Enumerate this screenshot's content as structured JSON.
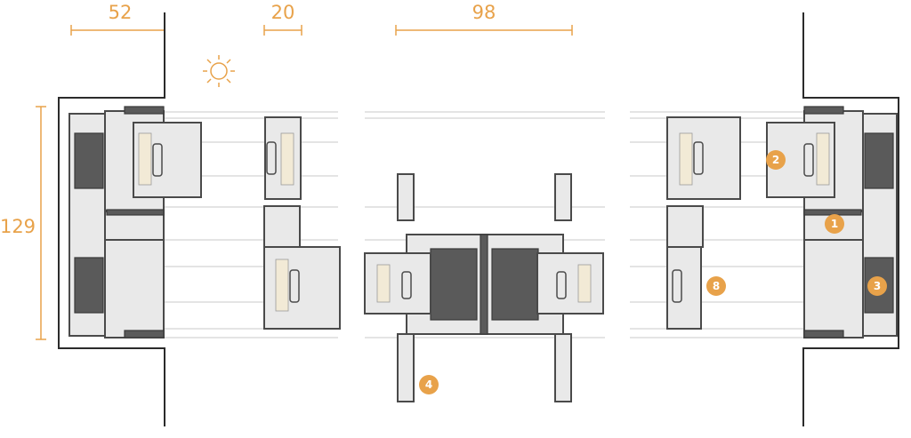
{
  "dimensions": [
    {
      "label": "52"
    },
    {
      "label": "20"
    },
    {
      "label": "98"
    },
    {
      "label": "129"
    }
  ],
  "callouts": [
    {
      "number": "1"
    },
    {
      "number": "2"
    },
    {
      "number": "3"
    },
    {
      "number": "4"
    },
    {
      "number": "8"
    }
  ],
  "colors": {
    "accent": "#e8a24a",
    "line": "#2b2b2b",
    "profile": "#4a4a4a",
    "glass": "#c8c8c8"
  },
  "icons": [
    "sun-icon"
  ]
}
